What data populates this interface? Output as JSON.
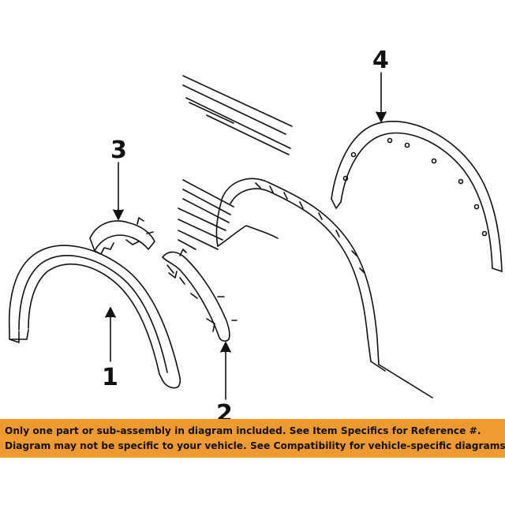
{
  "callouts": [
    "1",
    "2",
    "3",
    "4"
  ],
  "banner": {
    "line1": "Only one part or sub-assembly in diagram included. See Item Specifics for Reference #.",
    "line2": "Diagram may not be specific to your vehicle. See Compatibility for vehicle-specific diagrams."
  },
  "colors": {
    "banner_bg": "#ef9a2f",
    "ink": "#111111",
    "background": "#ffffff"
  }
}
